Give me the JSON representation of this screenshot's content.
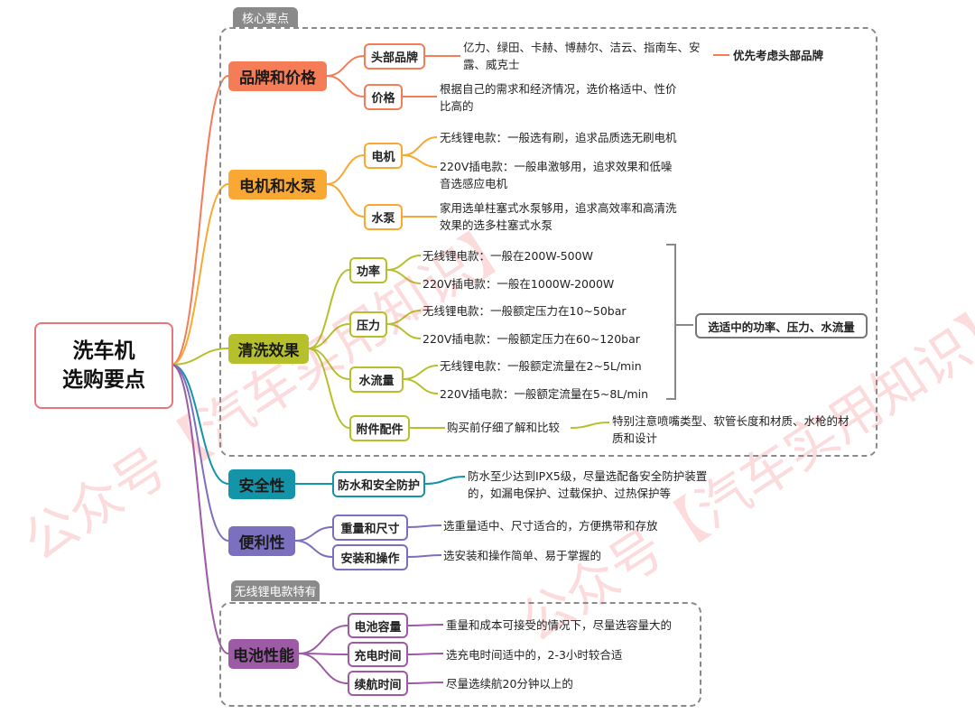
{
  "root": {
    "line1": "洗车机",
    "line2": "选购要点"
  },
  "groups": {
    "core_label": "核心要点",
    "wireless_label": "无线锂电款特有"
  },
  "branches": {
    "brand": {
      "label": "品牌和价格",
      "color": "#f47c57",
      "children": [
        {
          "label": "头部品牌",
          "text1": "亿力、绿田、卡赫、博赫尔、洁云、指南车、安",
          "text2": "露、威克士",
          "note": "优先考虑头部品牌"
        },
        {
          "label": "价格",
          "text1": "根据自己的需求和经济情况，选价格适中、性价",
          "text2": "比高的"
        }
      ]
    },
    "motor": {
      "label": "电机和水泵",
      "color": "#f9a833",
      "children": [
        {
          "label": "电机",
          "text_a": "无线锂电款：一般选有刷，追求品质选无刷电机",
          "text_b1": "220V插电款：一般串激够用，追求效果和低噪",
          "text_b2": "音选感应电机"
        },
        {
          "label": "水泵",
          "text1": "家用选单柱塞式水泵够用，追求高效率和高清洗",
          "text2": "效果的选多柱塞式水泵"
        }
      ]
    },
    "clean": {
      "label": "清洗效果",
      "color": "#b6c02a",
      "children": [
        {
          "label": "功率",
          "text_a": "无线锂电款：一般在200W-500W",
          "text_b": "220V插电款：一般在1000W-2000W"
        },
        {
          "label": "压力",
          "text_a": "无线锂电款：一般额定压力在10~50bar",
          "text_b": "220V插电款：一般额定压力在60~120bar"
        },
        {
          "label": "水流量",
          "text_a": "无线锂电款：一般额定流量在2~5L/min",
          "text_b": "220V插电款：一般额定流量在5~8L/min"
        },
        {
          "label": "附件配件",
          "text": "购买前仔细了解和比较",
          "note1": "特别注意喷嘴类型、软管长度和材质、水枪的材",
          "note2": "质和设计"
        }
      ],
      "summary": "选适中的功率、压力、水流量"
    },
    "safety": {
      "label": "安全性",
      "color": "#1494a8",
      "children": [
        {
          "label": "防水和安全防护",
          "text1": "防水至少达到IPX5级，尽量选配备安全防护装置",
          "text2": "的，如漏电保护、过载保护、过热保护等"
        }
      ]
    },
    "convenience": {
      "label": "便利性",
      "color": "#7b70c0",
      "children": [
        {
          "label": "重量和尺寸",
          "text": "选重量适中、尺寸适合的，方便携带和存放"
        },
        {
          "label": "安装和操作",
          "text": "选安装和操作简单、易于掌握的"
        }
      ]
    },
    "battery": {
      "label": "电池性能",
      "color": "#9d5ba6",
      "children": [
        {
          "label": "电池容量",
          "text": "重量和成本可接受的情况下，尽量选容量大的"
        },
        {
          "label": "充电时间",
          "text": "选充电时间适中的，2-3小时较合适"
        },
        {
          "label": "续航时间",
          "text": "尽量选续航20分钟以上的"
        }
      ]
    }
  },
  "watermark": "公众号【汽车实用知识】"
}
